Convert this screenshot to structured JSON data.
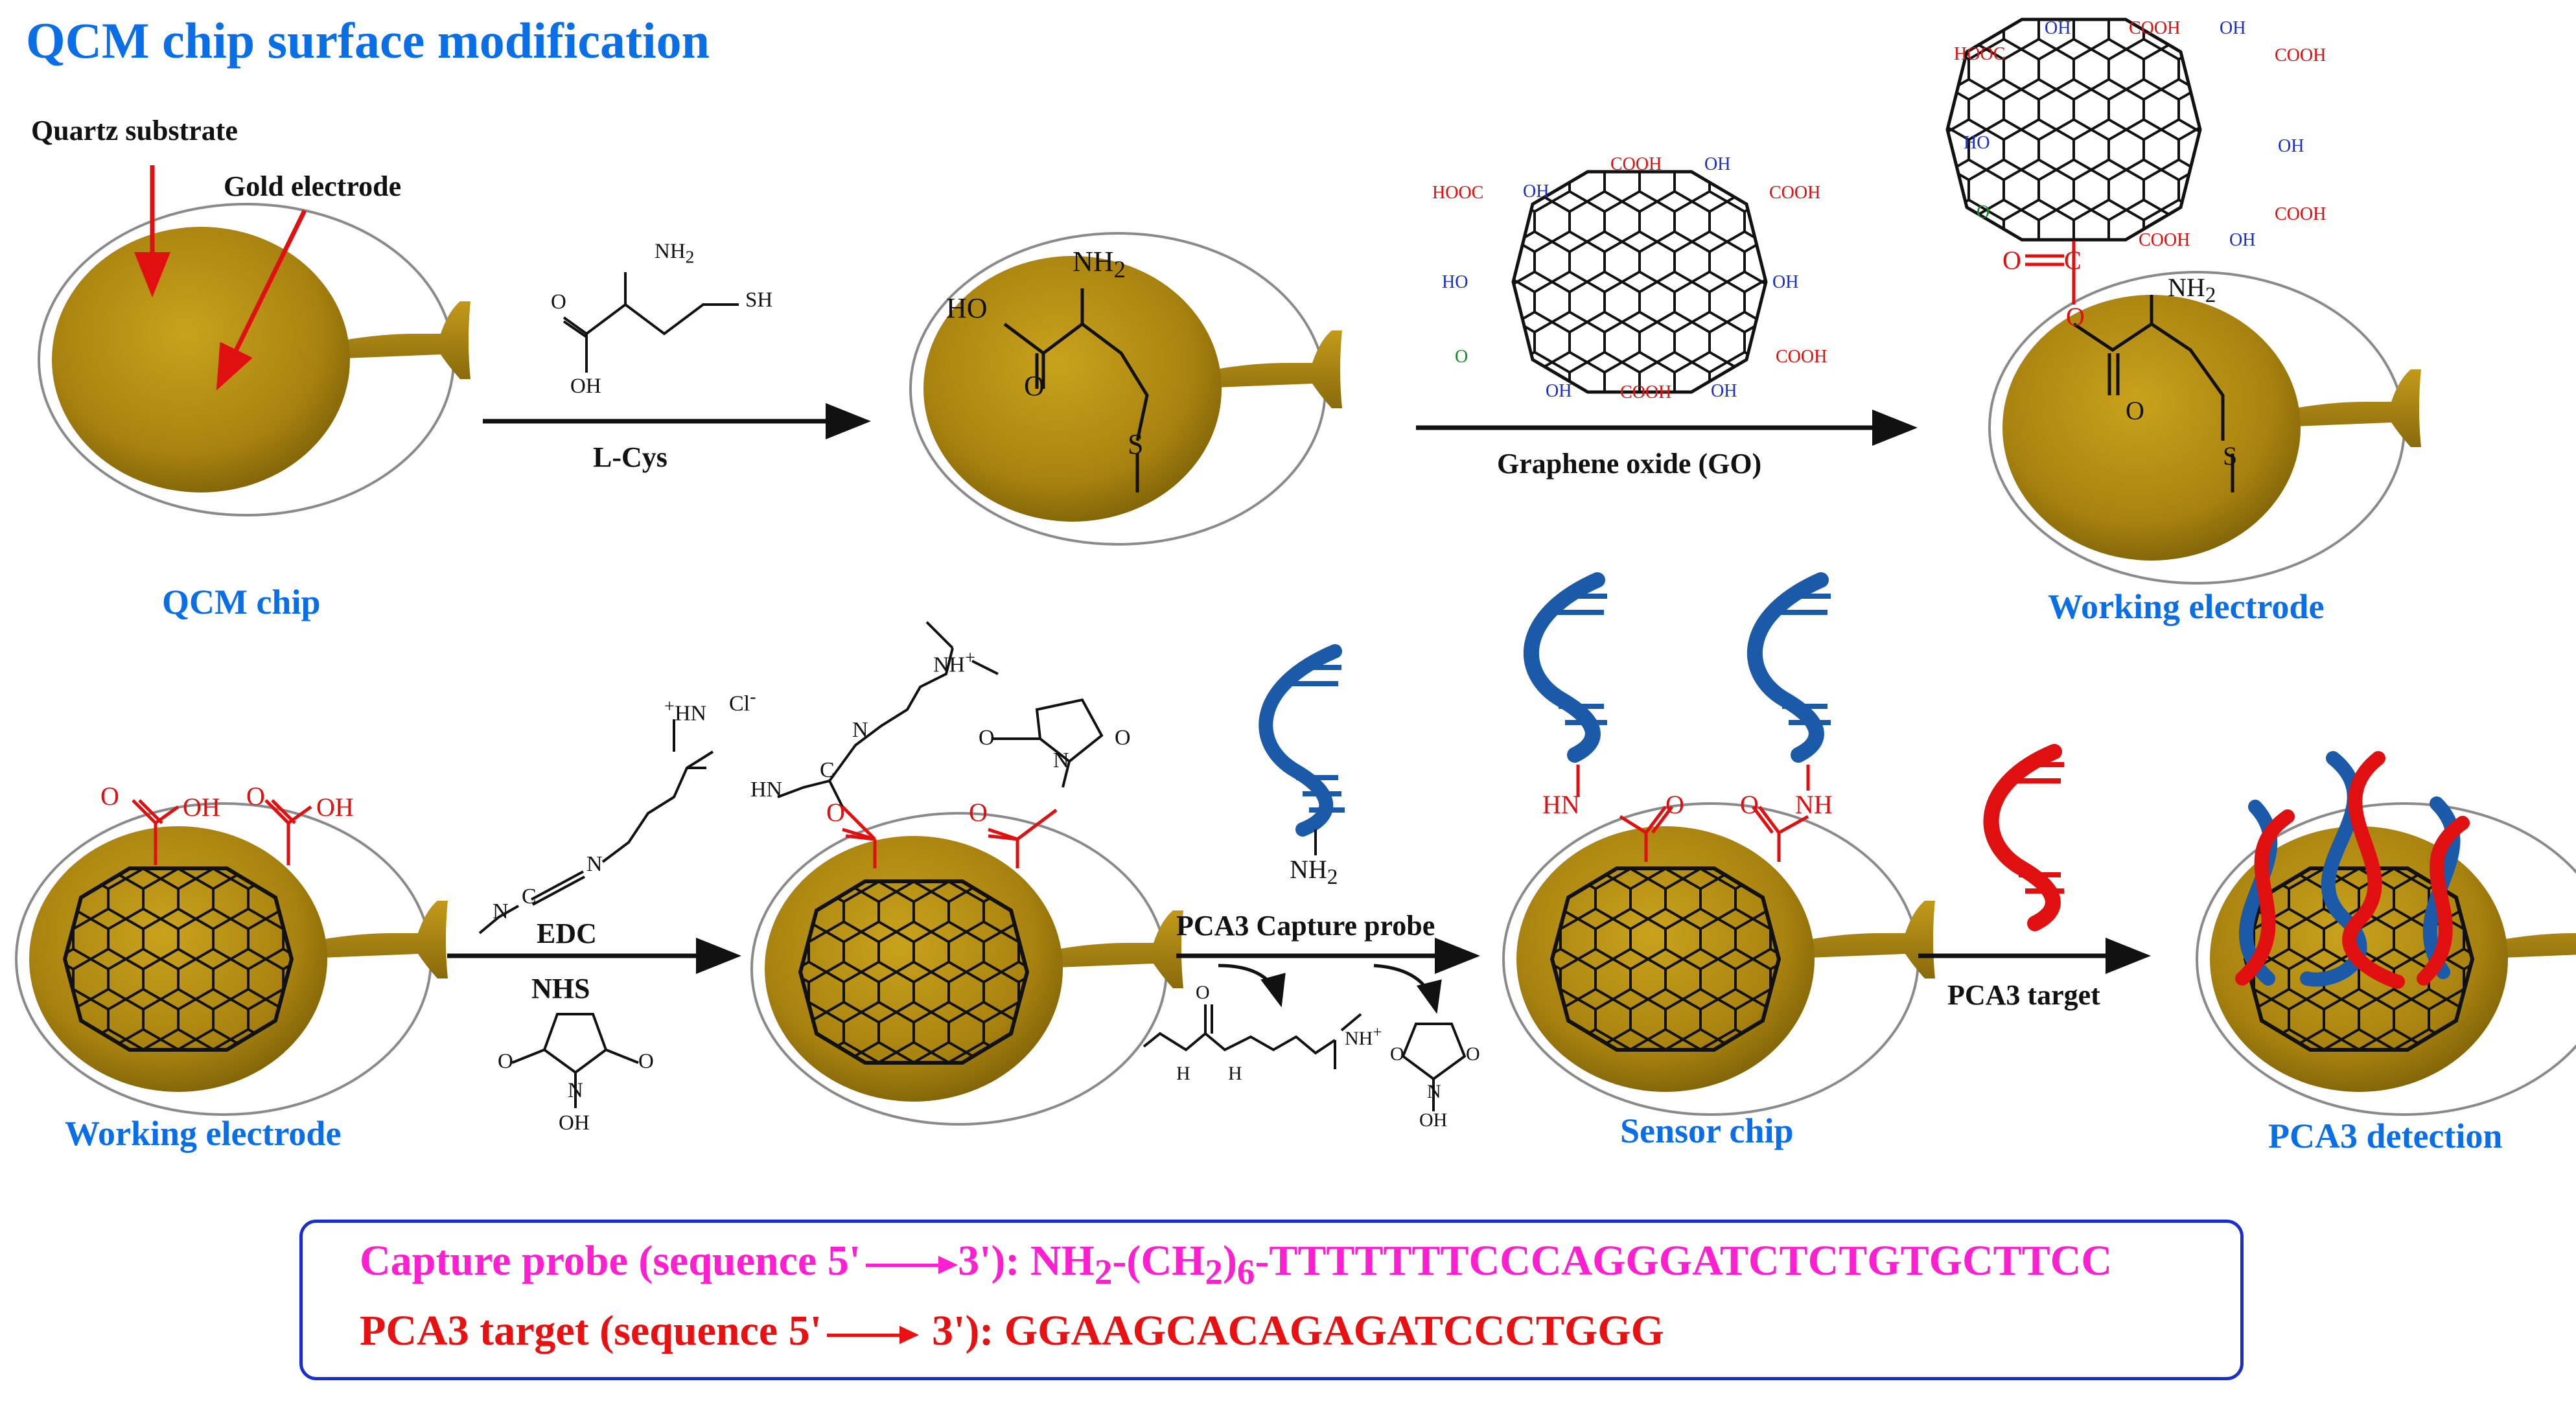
{
  "title": "QCM chip surface modification",
  "labels": {
    "quartz_substrate": "Quartz substrate",
    "gold_electrode": "Gold electrode",
    "qcm_chip": "QCM chip",
    "l_cys": "L-Cys",
    "graphene_oxide": "Graphene oxide (GO)",
    "working_electrode_top": "Working electrode",
    "working_electrode_bottom": "Working electrode",
    "edc": "EDC",
    "nhs": "NHS",
    "capture_probe_step": "PCA3 Capture probe",
    "sensor_chip": "Sensor chip",
    "pca3_target_step": "PCA3 target",
    "pca3_detection": "PCA3 detection"
  },
  "chem": {
    "nh2": "NH",
    "sub2": "2",
    "sh": "SH",
    "o": "O",
    "oh": "OH",
    "ho": "HO",
    "s": "S",
    "hooc": "HOOC",
    "cooh": "COOH",
    "n": "N",
    "c": "C",
    "cl": "Cl",
    "minus": "-",
    "plus": "+",
    "h": "H",
    "hn": "HN",
    "nh": "NH",
    "nhplus": "NH",
    "oh_lower": "OH"
  },
  "sequences": {
    "capture_prefix": "Capture probe (sequence 5'",
    "capture_suffix": "3'): NH",
    "capture_sub1": "2",
    "capture_mid": "-(CH",
    "capture_sub2": "2",
    "capture_sub3": ")",
    "capture_sub4": "6",
    "capture_tail": "-TTTTTTTCCCAGGGATCTCTGTGCTTCC",
    "target_prefix": "PCA3 target (sequence 5'",
    "target_suffix": "3'): GGAAGCACAGAGATCCCTGGG"
  },
  "colors": {
    "title_blue": "#0a6ee6",
    "gold": "#b08a12",
    "red": "#e01010",
    "dna_blue": "#1a5aa8",
    "magenta": "#ff1fd0",
    "box_border": "#1a2fc9"
  }
}
